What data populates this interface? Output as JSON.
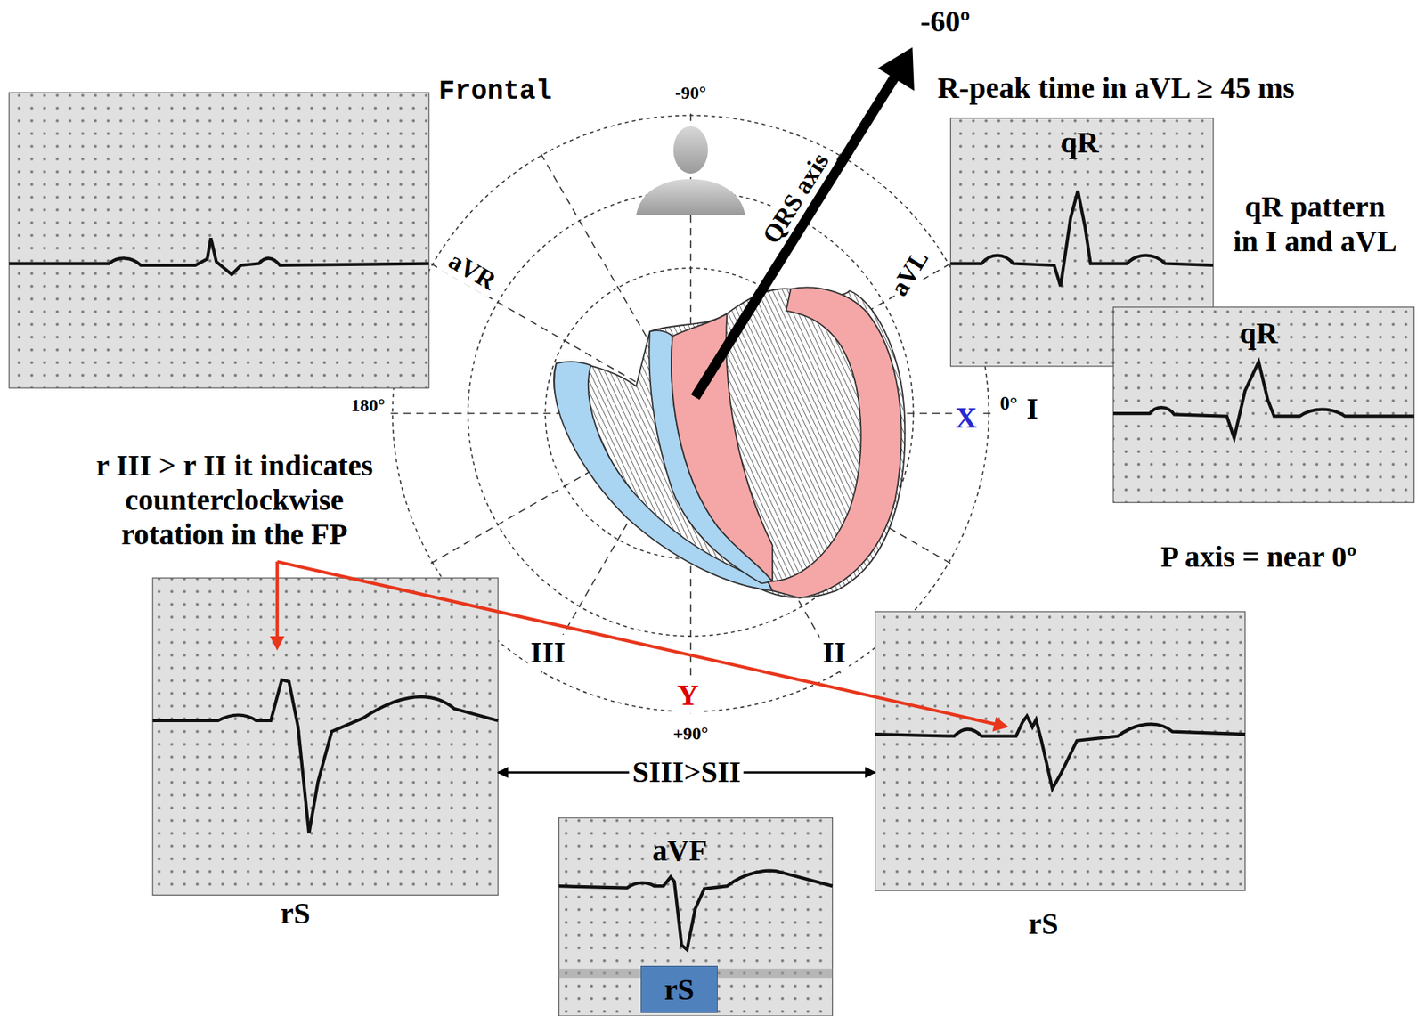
{
  "diagram": {
    "nodes": [
      {
        "text": [
          "qR"
        ]
      },
      {
        "text": [
          "qR"
        ]
      },
      {
        "text": [
          "rS"
        ]
      },
      {
        "text": [
          "rS"
        ]
      },
      {
        "text": [
          "aVF"
        ]
      },
      {
        "text": [
          "rS"
        ],
        "in": 4
      }
    ],
    "edges": [
      {
        "from": 2,
        "to": 3,
        "label": "SIII>SII",
        "arrow": "both"
      }
    ],
    "labels": [
      "-60º",
      "Frontal",
      "-90°",
      "R-peak time in aVL ≥ 45 ms",
      "qR pattern in I and aVL",
      "aVR",
      "QRS axis",
      "aVL",
      "180°",
      "X",
      "0°",
      "I",
      "r III > r II it indicates counterclockwise rotation in the FP",
      "P axis = near 0º",
      "III",
      "II",
      "Y",
      "+90°"
    ]
  }
}
